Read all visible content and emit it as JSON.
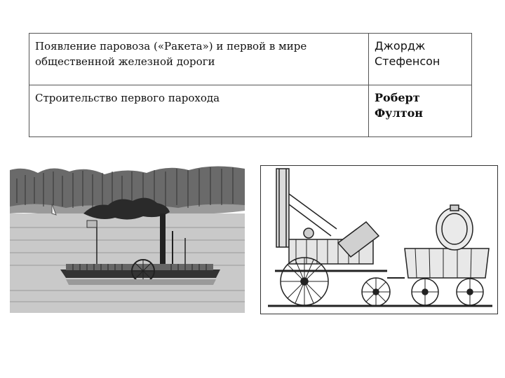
{
  "table": {
    "rows": [
      {
        "event": "Появление паровоза («Ракета») и  первой в мире общественной железной дороги",
        "person": "Джордж Стефенсон"
      },
      {
        "event": "Строительство первого парохода",
        "person": "Роберт Фултон"
      }
    ]
  }
}
